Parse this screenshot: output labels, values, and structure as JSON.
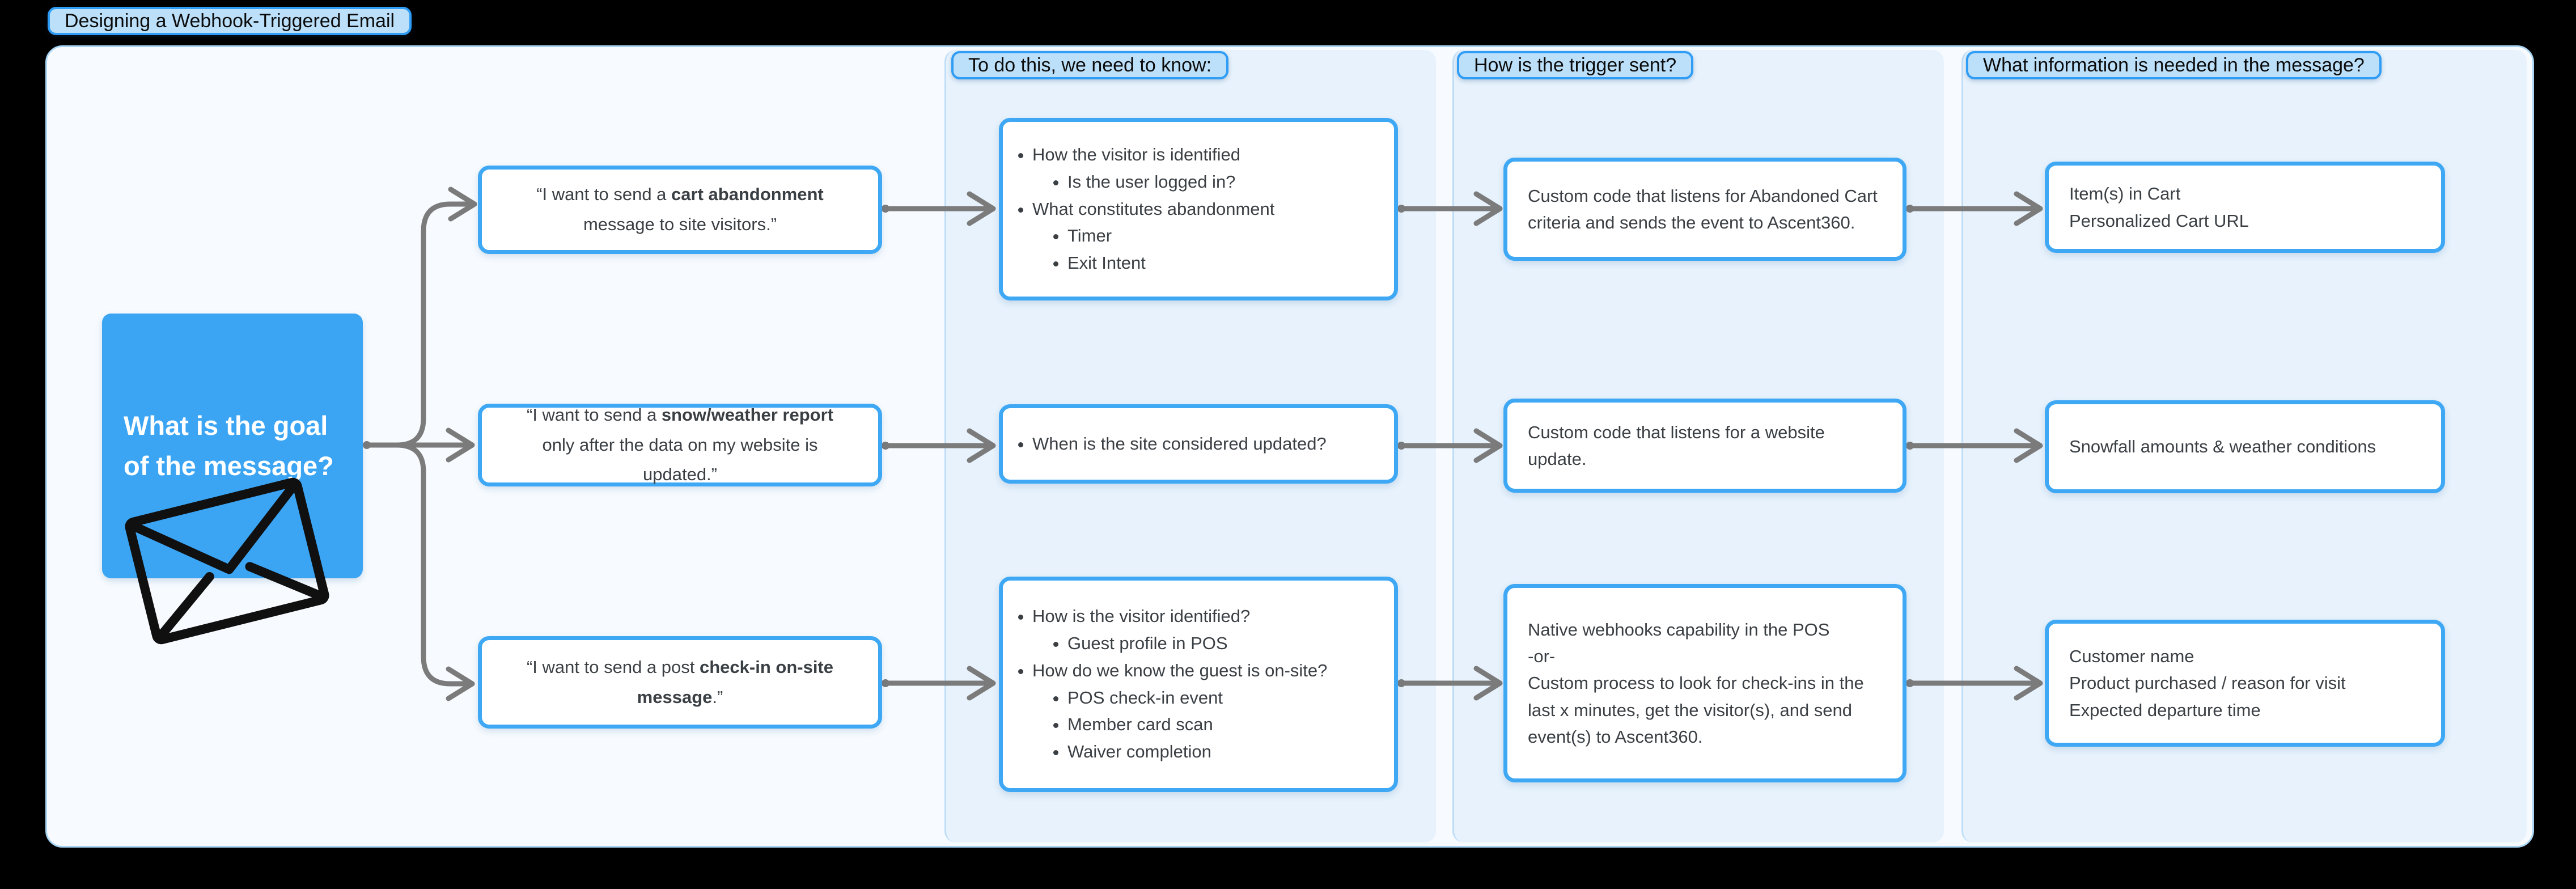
{
  "title": "Designing a Webhook-Triggered Email",
  "colors": {
    "node_border_accent": "#3FA8F5",
    "goal_fill": "#3BA5F4",
    "pill_fill": "#BDE0FA",
    "pill_border": "#2F9DF5",
    "panel_fill": "#E7F2FC",
    "arrow": "#7B7B7B"
  },
  "goal": {
    "line1": "What is the goal",
    "line2": "of the message?",
    "icon": "envelope-icon"
  },
  "column_headers": [
    "To do this, we need to know:",
    "How is the trigger sent?",
    "What information is needed in the message?"
  ],
  "rows": [
    {
      "quote": {
        "prefix": "“I want to send a ",
        "bold": "cart abandonment",
        "suffix": " message to site visitors.”"
      },
      "know": [
        {
          "text": "How the visitor is identified",
          "children": [
            "Is the user logged in?"
          ]
        },
        {
          "text": "What constitutes abandonment",
          "children": [
            "Timer",
            "Exit Intent"
          ]
        }
      ],
      "trigger": [
        "Custom code that listens for Abandoned Cart criteria and sends the event to Ascent360."
      ],
      "info": [
        "Item(s) in Cart",
        "Personalized Cart URL"
      ]
    },
    {
      "quote": {
        "prefix": "“I want to send a ",
        "bold": "snow/weather report",
        "suffix": " only after the data on my website is updated.”"
      },
      "know": [
        {
          "text": "When is the site considered updated?",
          "children": []
        }
      ],
      "trigger": [
        "Custom code that listens for a website update."
      ],
      "info": [
        "Snowfall amounts & weather conditions"
      ]
    },
    {
      "quote": {
        "prefix": "“I want to send a post ",
        "bold": "check-in on-site message",
        "suffix": ".”"
      },
      "know": [
        {
          "text": "How is the visitor identified?",
          "children": [
            "Guest profile in POS"
          ]
        },
        {
          "text": "How do we know the guest is on-site?",
          "children": [
            "POS check-in event",
            "Member card scan",
            "Waiver completion"
          ]
        }
      ],
      "trigger": [
        "Native webhooks capability in the POS",
        "-or-",
        "Custom process to look for check-ins in the last x minutes, get the visitor(s), and send event(s) to Ascent360."
      ],
      "info": [
        "Customer name",
        "Product purchased / reason for visit",
        "Expected departure time"
      ]
    }
  ]
}
